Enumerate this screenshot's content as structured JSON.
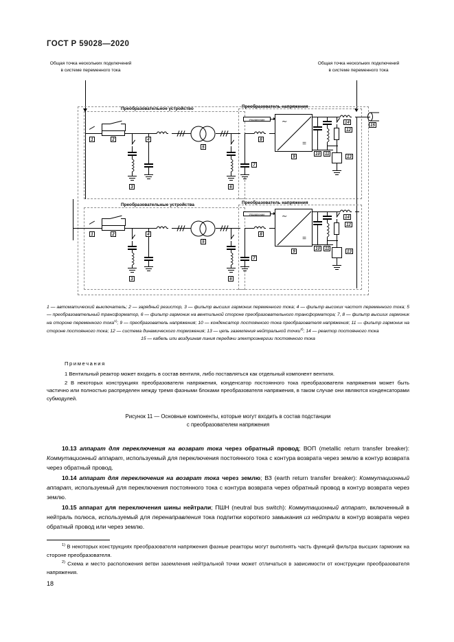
{
  "header": {
    "standard": "ГОСТ Р 59028—2020"
  },
  "callouts": {
    "left": "Общая точка нескольких подключений в системе переменного тока",
    "right": "Общая точка нескольких подключений в системе переменного тока"
  },
  "diagram": {
    "block1_title": "Преобразовательное устройство",
    "block1_converter_title": "Преобразователь напряжения",
    "block2_title": "Преобразовательные устройства",
    "block2_converter_title": "Преобразователь напряжения",
    "control_label": "Управление",
    "ac_symbol": "∼",
    "dc_symbol": "=",
    "numbers": {
      "n1": "1",
      "n2": "2",
      "n3": "3",
      "n4": "4",
      "n5": "5",
      "n6": "6",
      "n7": "7",
      "n8": "8",
      "n9": "9",
      "n10": "10",
      "n11": "11",
      "n12": "12",
      "n13": "13",
      "n14": "14",
      "n15": "15"
    }
  },
  "legend": {
    "line1": "1 — автоматический выключатель; 2 — зарядный резистор, 3 — фильтр ",
    "line1i": "высших гармоник",
    "line1b": " переменного тока; 4 — фильтр высоких частот переменного тока; 5 —  преобразовательный трансформатор, 6 — фильтр гармоник на ",
    "line2i": "вентильной стороне",
    "line2b": " преобразовательного трансформатора; 7, 8 — фильтр ",
    "line3i": "высших гармоник на стороне",
    "line3b": " переменного тока",
    "sup1": "1)",
    "line4b": "; 9 — преобразователь напряжения; 10 — конденсатор постоянного тока преобразователя напряжения; 11 — фильтр гармоник на ",
    "line5i": "стороне постоянного тока",
    "line5b": "; 12 — система динамического торможения; 13 — цепь заземления нейтральной точки",
    "sup2": "2)",
    "line6b": "; 14 —  реактор постоянного тока",
    "last": "15 — кабель или воздушная линия передачи электроэнергии постоянного тока"
  },
  "notes": {
    "title": "Примечания",
    "note1": "1 Вентильный реактор может входить в состав вентиля, либо поставляться как отдельный компонент вентиля.",
    "note2": "2 В некоторых конструкциях преобразователя напряжения, конденсатор постоянного тока преобразователя напряжения может быть частично или полностью распределен между тремя фазными блоками преобразователя напряжения, в таком случае они являются конденсаторами субмодулей."
  },
  "figure": {
    "caption_line1": "Рисунок 11 — Основные компоненты, которые могут входить в состав подстанции",
    "caption_line2": "с преобразователем напряжения"
  },
  "body": {
    "p1013": {
      "num": "10.13 ",
      "term": "аппарат для переключения на возврат ",
      "term_i": "тока",
      "term2": " через обратный провод",
      "sep": "; ВОП (metallic return transfer breaker): ",
      "def_i": "Коммутационный аппарат",
      "def": ", используемый для переключения постоянного тока с контура возврата через землю в контур возврата через обратный провод."
    },
    "p1014": {
      "num": "10.14 ",
      "term": "аппарат для переключения на возврат ",
      "term_i": "тока",
      "term2": " через землю",
      "sep": "; ВЗ (earth return transfer breaker): ",
      "def_i": "Коммутационный аппарат",
      "def": ", используемый для переключения постоянного тока с контура возврата через обратный провод в контур возврата через землю."
    },
    "p1015": {
      "num": "10.15 ",
      "term": "аппарат для переключения шины нейтрали",
      "sep": "; ПШН (neutral bus switch): ",
      "def_i": "Коммутационный аппарат",
      "def_a": ", включенный в нейтраль полюса, используемый для ",
      "def_i2": "перенаправления",
      "def_b": " тока подпитки короткого замыкания ",
      "def_i3": "из нейтрали",
      "def_c": " в контур возврата через обратный провод или через землю."
    }
  },
  "footnotes": {
    "f1_sup": "1)",
    "f1": " В некоторых конструкциях преобразователя напряжения фазные реакторы могут выполнять часть функций фильтра высших гармоник на стороне преобразователя.",
    "f2_sup": "2)",
    "f2": " Схема и место расположения ветви заземления нейтральной точки может отличаться в зависимости от конструкции преобразователя напряжения."
  },
  "page_number": "18"
}
